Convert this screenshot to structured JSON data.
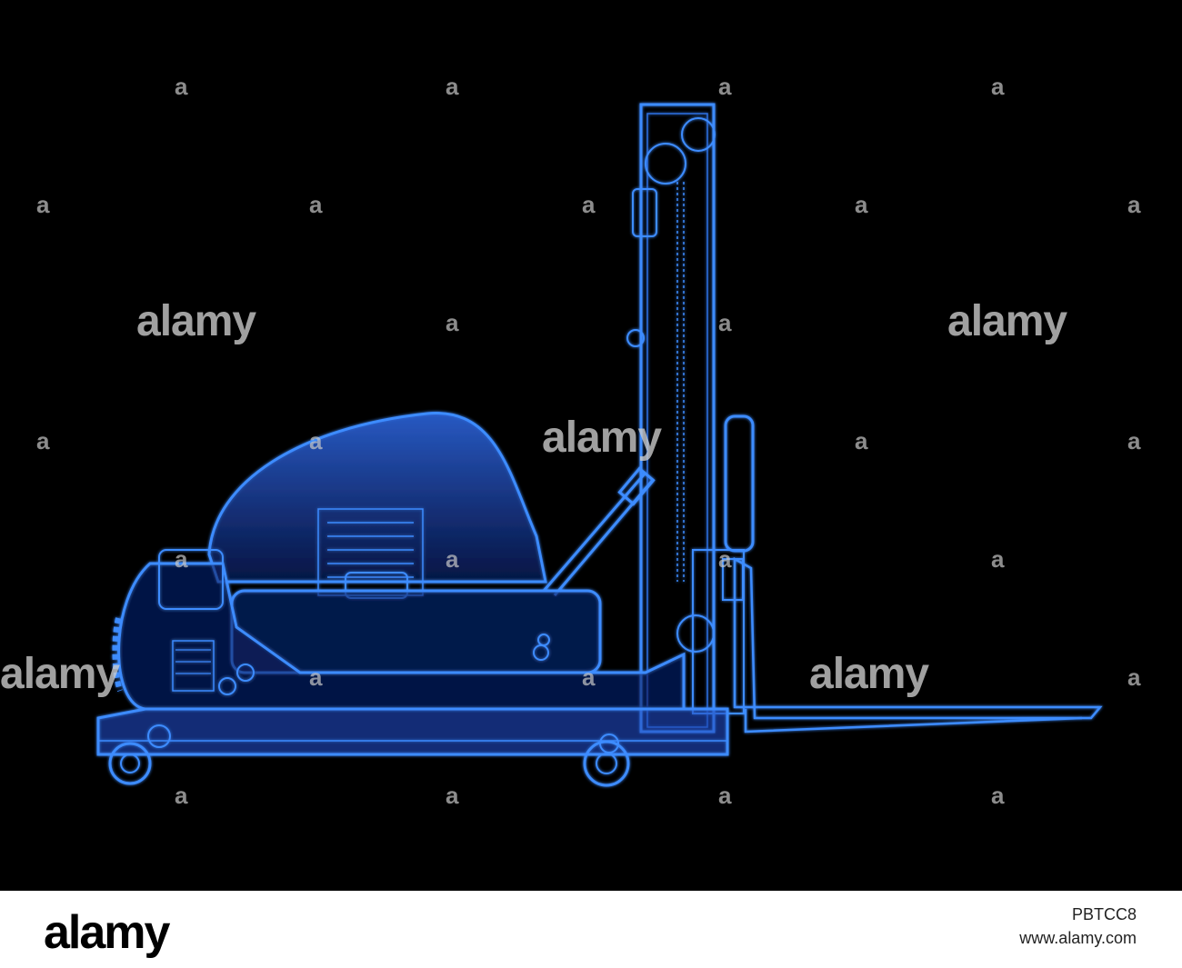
{
  "image": {
    "subject": "x-ray",
    "background_color": "#000000",
    "line_color": "#3d8cff"
  },
  "watermarks": {
    "word": "alamy",
    "small": "a"
  },
  "footer": {
    "logo": "alamy",
    "image_id": "PBTCC8",
    "site": "www.alamy.com"
  }
}
